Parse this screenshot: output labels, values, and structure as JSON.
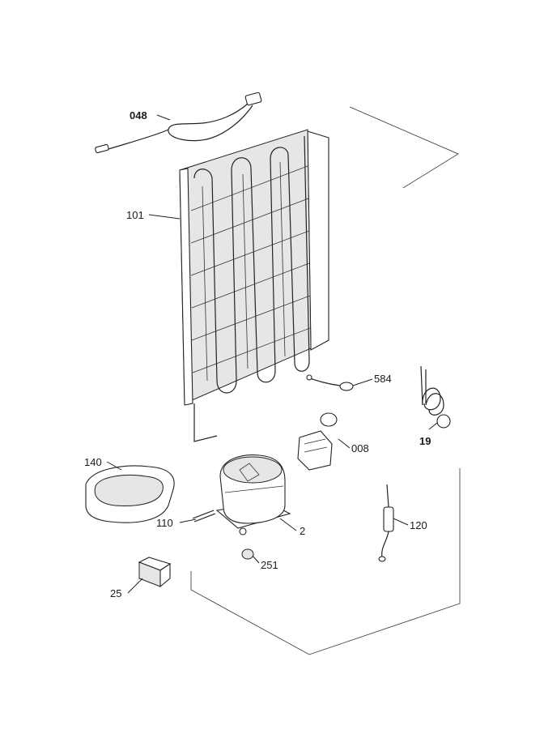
{
  "diagram": {
    "callouts": [
      {
        "id": "part-048",
        "label": "048"
      },
      {
        "id": "part-101",
        "label": "101"
      },
      {
        "id": "part-584",
        "label": "584"
      },
      {
        "id": "part-19",
        "label": "19"
      },
      {
        "id": "part-008",
        "label": "008"
      },
      {
        "id": "part-140",
        "label": "140"
      },
      {
        "id": "part-110",
        "label": "110"
      },
      {
        "id": "part-2",
        "label": "2"
      },
      {
        "id": "part-120",
        "label": "120"
      },
      {
        "id": "part-251",
        "label": "251"
      },
      {
        "id": "part-25",
        "label": "25"
      }
    ]
  }
}
